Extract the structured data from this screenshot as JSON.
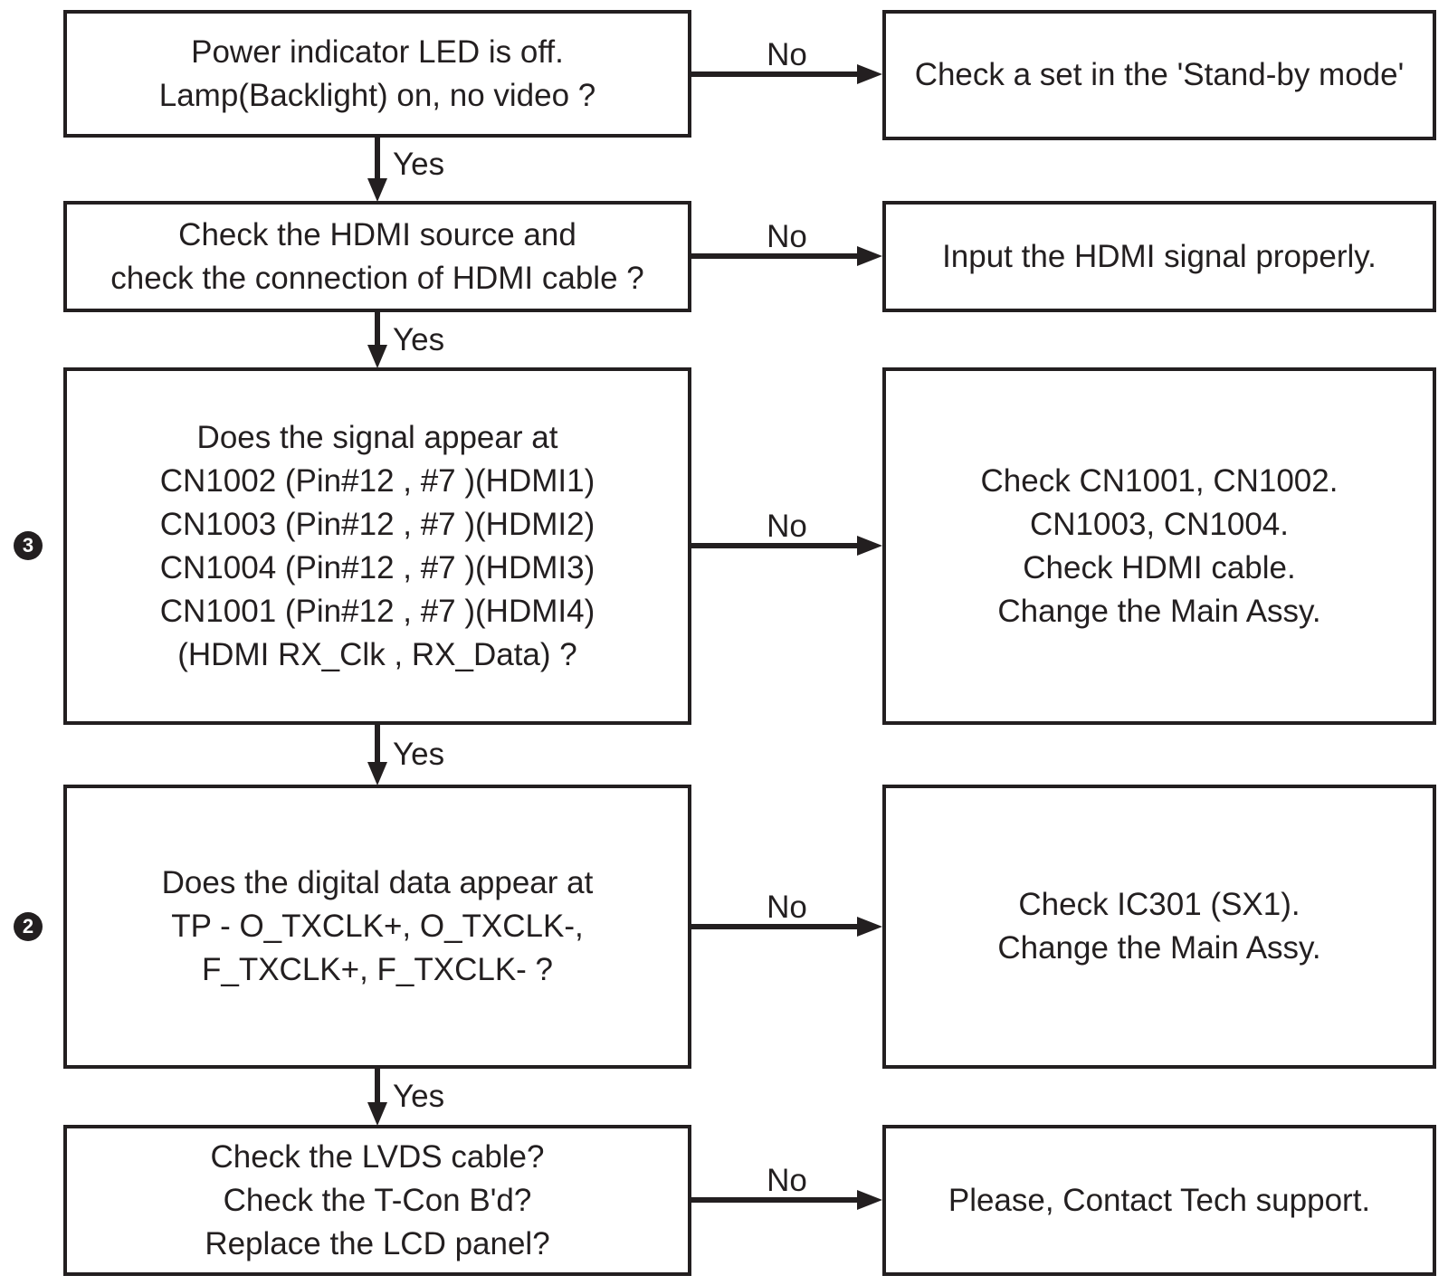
{
  "diagram": {
    "no_label": "No",
    "yes_label": "Yes",
    "line_color": "#231f20",
    "background_color": "#ffffff",
    "rows": [
      {
        "left_lines": [
          "Power indicator LED is off.",
          "Lamp(Backlight) on, no video ?"
        ],
        "right_lines": [
          "Check a set in the 'Stand-by mode'"
        ]
      },
      {
        "left_lines": [
          "Check the HDMI source and",
          "check the connection of HDMI cable ?"
        ],
        "right_lines": [
          "Input the HDMI signal properly."
        ]
      },
      {
        "badge": "3",
        "left_lines": [
          "Does the signal appear at",
          "CN1002 (Pin#12 , #7 )(HDMI1)",
          "CN1003 (Pin#12 , #7 )(HDMI2)",
          "CN1004 (Pin#12 , #7 )(HDMI3)",
          "CN1001 (Pin#12 , #7 )(HDMI4)",
          "(HDMI RX_Clk , RX_Data) ?"
        ],
        "right_lines": [
          "Check CN1001, CN1002.",
          "CN1003, CN1004.",
          "Check HDMI cable.",
          "Change the Main Assy."
        ]
      },
      {
        "badge": "2",
        "left_lines": [
          "Does the digital data appear at",
          "TP - O_TXCLK+, O_TXCLK-,",
          "F_TXCLK+, F_TXCLK- ?"
        ],
        "right_lines": [
          "Check IC301 (SX1).",
          "Change the Main Assy."
        ]
      },
      {
        "left_lines": [
          "Check the LVDS cable?",
          "Check the T-Con B'd?",
          "Replace the LCD panel?"
        ],
        "right_lines": [
          "Please, Contact Tech support."
        ]
      }
    ]
  }
}
